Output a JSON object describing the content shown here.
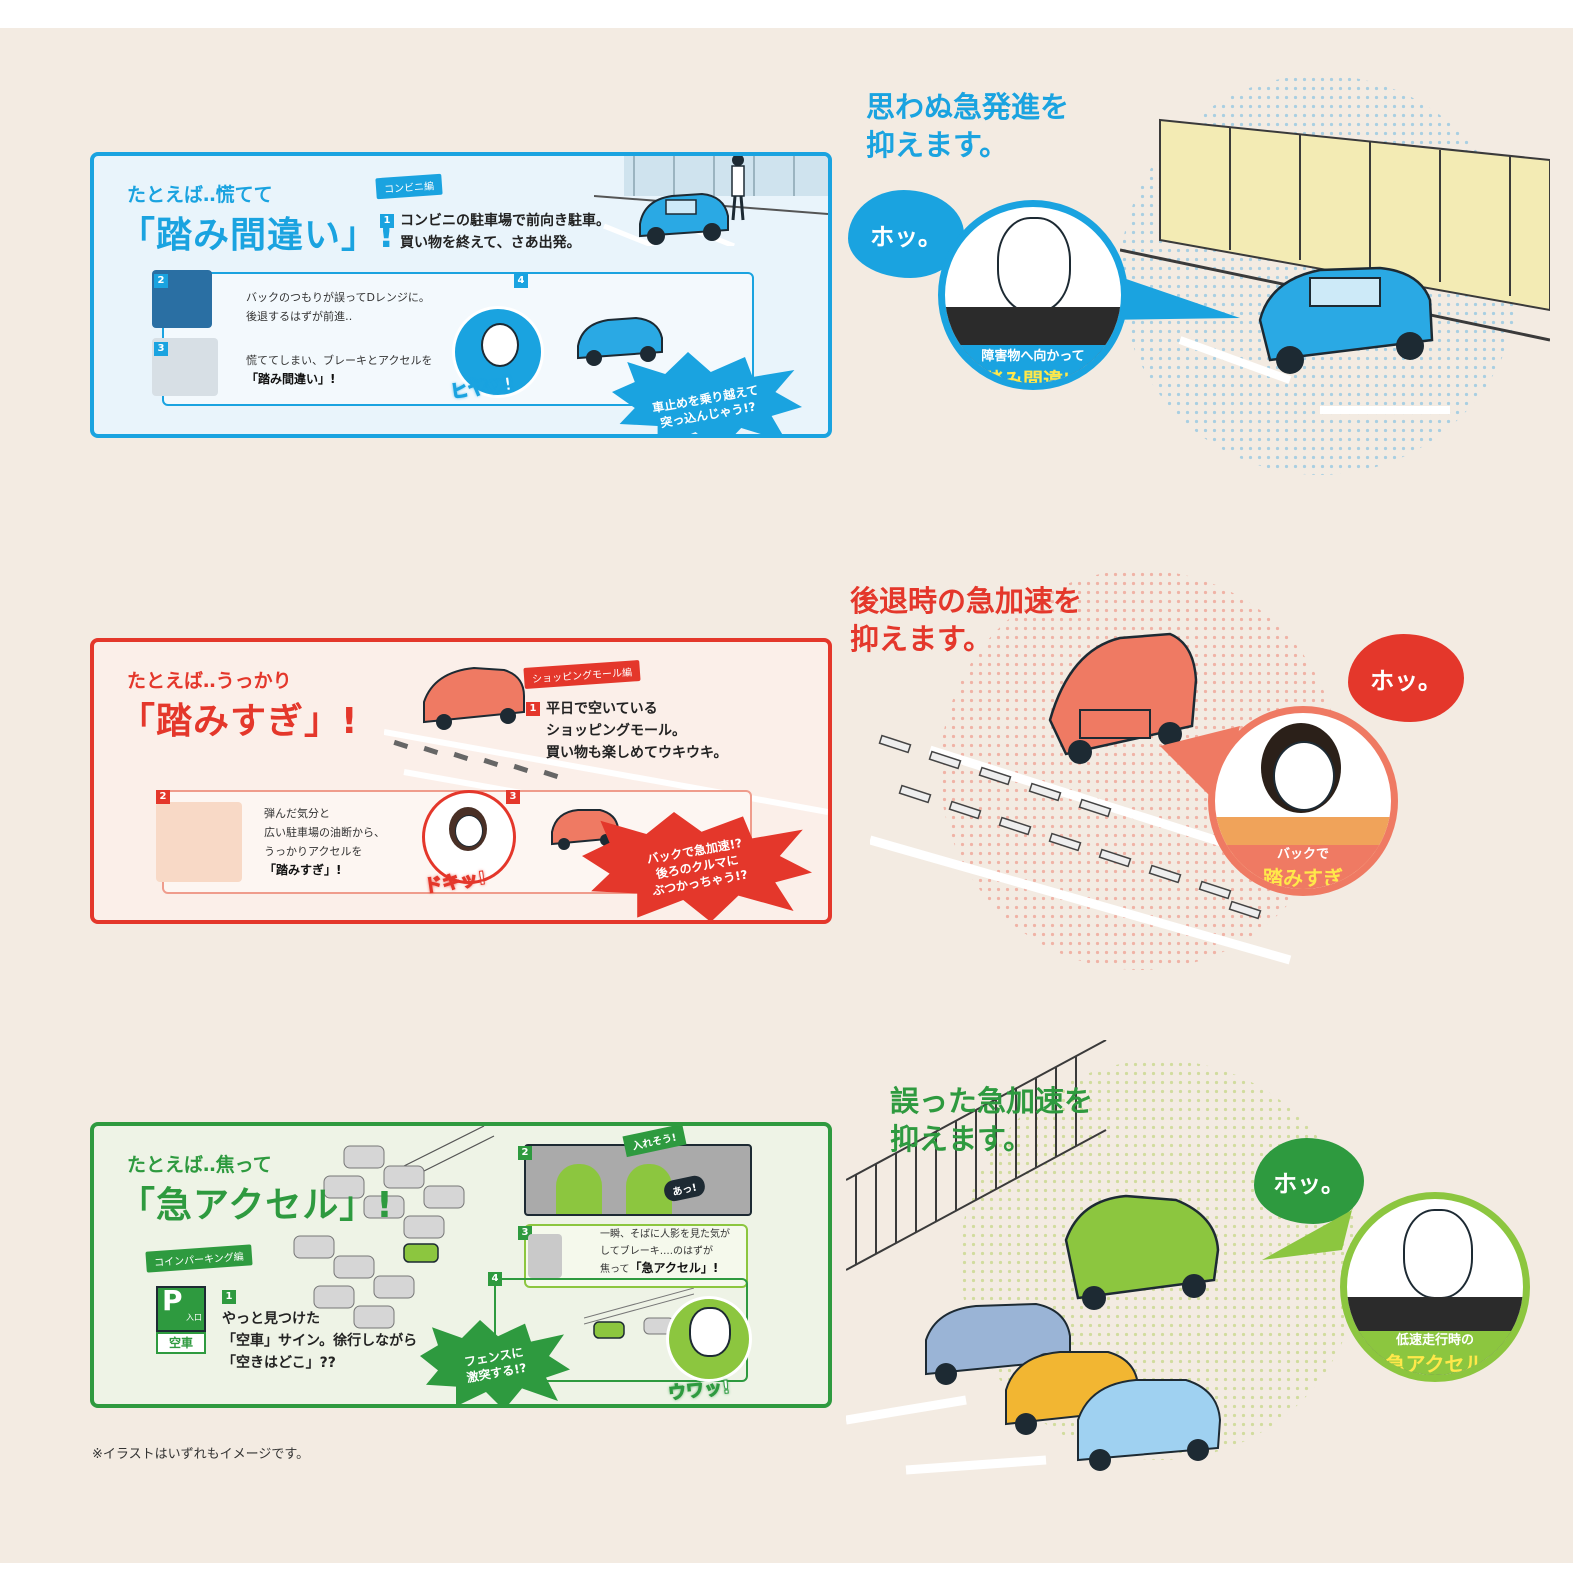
{
  "colors": {
    "blue": "#1aa3e0",
    "red": "#e4372b",
    "green": "#2e9a3f",
    "accent_yellow": "#ffe84a",
    "background": "#f3ebe2"
  },
  "sections": [
    {
      "lead": "たとえば‥慌てて",
      "title": "「踏み間違い」!",
      "tag": "コンビニ編",
      "step1_num": "1",
      "step1": [
        "コンビニの駐車場で前向き駐車。",
        "買い物を終えて、さあ出発。"
      ],
      "step2_num": "2",
      "step2": [
        "バックのつもりが誤ってDレンジに。",
        "後退するはずが前進‥"
      ],
      "step3_num": "3",
      "step3_plain": "慌ててしまい、ブレーキとアクセルを",
      "step3_bold": "「踏み間違い」!",
      "step4_num": "4",
      "sfx": "ヒヤッ!",
      "burst": [
        "車止めを乗り越えて",
        "突っ込んじゃう!?"
      ],
      "headline": [
        "思わぬ急発進を",
        "抑えます。"
      ],
      "hotto": "ホッ。",
      "circle_l1": "障害物へ向かって",
      "circle_l2": "踏み間違い"
    },
    {
      "lead": "たとえば‥うっかり",
      "title": "「踏みすぎ」!",
      "tag": "ショッピングモール編",
      "step1_num": "1",
      "step1": [
        "平日で空いている",
        "ショッピングモール。",
        "買い物も楽しめてウキウキ。"
      ],
      "step2_num": "2",
      "step2": [
        "弾んだ気分と",
        "広い駐車場の油断から、",
        "うっかりアクセルを"
      ],
      "step2_bold": "「踏みすぎ」!",
      "step3_num": "3",
      "sfx": "ドキッ!",
      "burst": [
        "バックで急加速!?",
        "後ろのクルマに",
        "ぶつかっちゃう!?"
      ],
      "headline": [
        "後退時の急加速を",
        "抑えます。"
      ],
      "hotto": "ホッ。",
      "circle_l1": "バックで",
      "circle_l2": "踏みすぎ"
    },
    {
      "lead": "たとえば‥焦って",
      "title": "「急アクセル」!",
      "tag": "コインパーキング編",
      "sign_p": "P",
      "sign_in": "入口",
      "sign_vacant": "空車",
      "step1_num": "1",
      "step1": [
        "やっと見つけた",
        "「空車」サイン。徐行しながら",
        "「空きはどこ」??"
      ],
      "step2_num": "2",
      "sfx_ireso": "入れそう!",
      "sfx_a": "あっ!",
      "step3_num": "3",
      "step3": [
        "一瞬、そばに人影を見た気が",
        "してブレーキ‥‥のはずが"
      ],
      "step3_plain": "焦って",
      "step3_bold": "「急アクセル」!",
      "step4_num": "4",
      "sfx": "ウワッ!",
      "burst": [
        "フェンスに",
        "激突する!?"
      ],
      "headline": [
        "誤った急加速を",
        "抑えます。"
      ],
      "hotto": "ホッ。",
      "circle_l1": "低速走行時の",
      "circle_l2": "急アクセル"
    }
  ],
  "footnote": "※イラストはいずれもイメージです。"
}
